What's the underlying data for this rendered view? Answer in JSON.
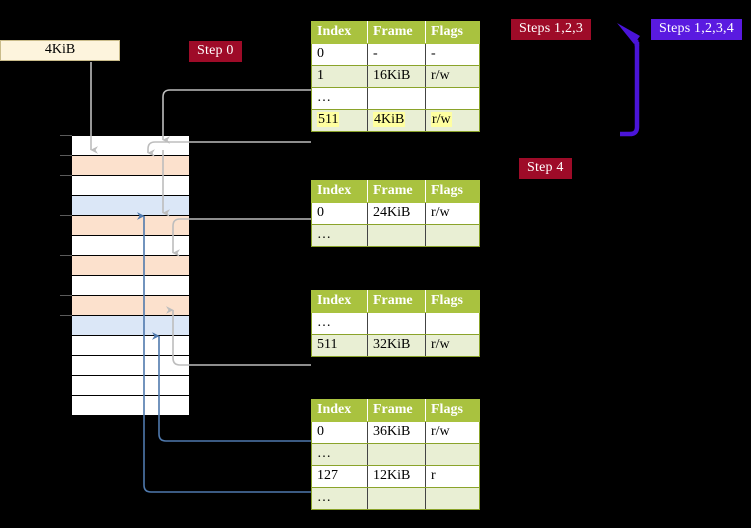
{
  "labels": {
    "frame_size": "4KiB",
    "step0": "Step 0",
    "steps123": "Steps 1,2,3",
    "steps1234": "Steps 1,2,3,4",
    "step4": "Step 4"
  },
  "colors": {
    "badge_red": "#9e0b28",
    "badge_blue": "#5a1ae0",
    "table_header": "#a9c23f",
    "table_alt_row": "#e9efd4",
    "highlight": "#ffffa0",
    "mem_peach": "#fce1cd",
    "mem_blue": "#dbe7f7",
    "kib_box": "#fdf4dd",
    "arrow_grey": "#b8b8b8",
    "arrow_blue": "#5b7fb0"
  },
  "tables": [
    {
      "name": "pml4-table",
      "headers": [
        "Index",
        "Frame",
        "Flags"
      ],
      "rows": [
        {
          "cells": [
            "0",
            "-",
            "-"
          ],
          "alt": false,
          "highlight": false
        },
        {
          "cells": [
            "1",
            "16KiB",
            "r/w"
          ],
          "alt": true,
          "highlight": false
        },
        {
          "cells": [
            "…",
            "",
            ""
          ],
          "alt": false,
          "highlight": false
        },
        {
          "cells": [
            "511",
            "4KiB",
            "r/w"
          ],
          "alt": true,
          "highlight": true
        }
      ]
    },
    {
      "name": "pdp-table",
      "headers": [
        "Index",
        "Frame",
        "Flags"
      ],
      "rows": [
        {
          "cells": [
            "0",
            "24KiB",
            "r/w"
          ],
          "alt": false,
          "highlight": false
        },
        {
          "cells": [
            "…",
            "",
            ""
          ],
          "alt": true,
          "highlight": false
        }
      ]
    },
    {
      "name": "pd-table",
      "headers": [
        "Index",
        "Frame",
        "Flags"
      ],
      "rows": [
        {
          "cells": [
            "…",
            "",
            ""
          ],
          "alt": false,
          "highlight": false
        },
        {
          "cells": [
            "511",
            "32KiB",
            "r/w"
          ],
          "alt": true,
          "highlight": false
        }
      ]
    },
    {
      "name": "pt-table",
      "headers": [
        "Index",
        "Frame",
        "Flags"
      ],
      "rows": [
        {
          "cells": [
            "0",
            "36KiB",
            "r/w"
          ],
          "alt": false,
          "highlight": false
        },
        {
          "cells": [
            "…",
            "",
            ""
          ],
          "alt": true,
          "highlight": false
        },
        {
          "cells": [
            "127",
            "12KiB",
            "r"
          ],
          "alt": false,
          "highlight": false
        },
        {
          "cells": [
            "…",
            "",
            ""
          ],
          "alt": true,
          "highlight": false
        }
      ]
    }
  ],
  "memory": {
    "name": "physical-memory-column",
    "row_count": 14,
    "row_fills": [
      "white",
      "peach",
      "white",
      "blue",
      "peach",
      "white",
      "peach",
      "white",
      "peach",
      "blue",
      "white",
      "white",
      "white",
      "white"
    ],
    "tick_rows": [
      0,
      1,
      2,
      4,
      6,
      8,
      9
    ]
  }
}
